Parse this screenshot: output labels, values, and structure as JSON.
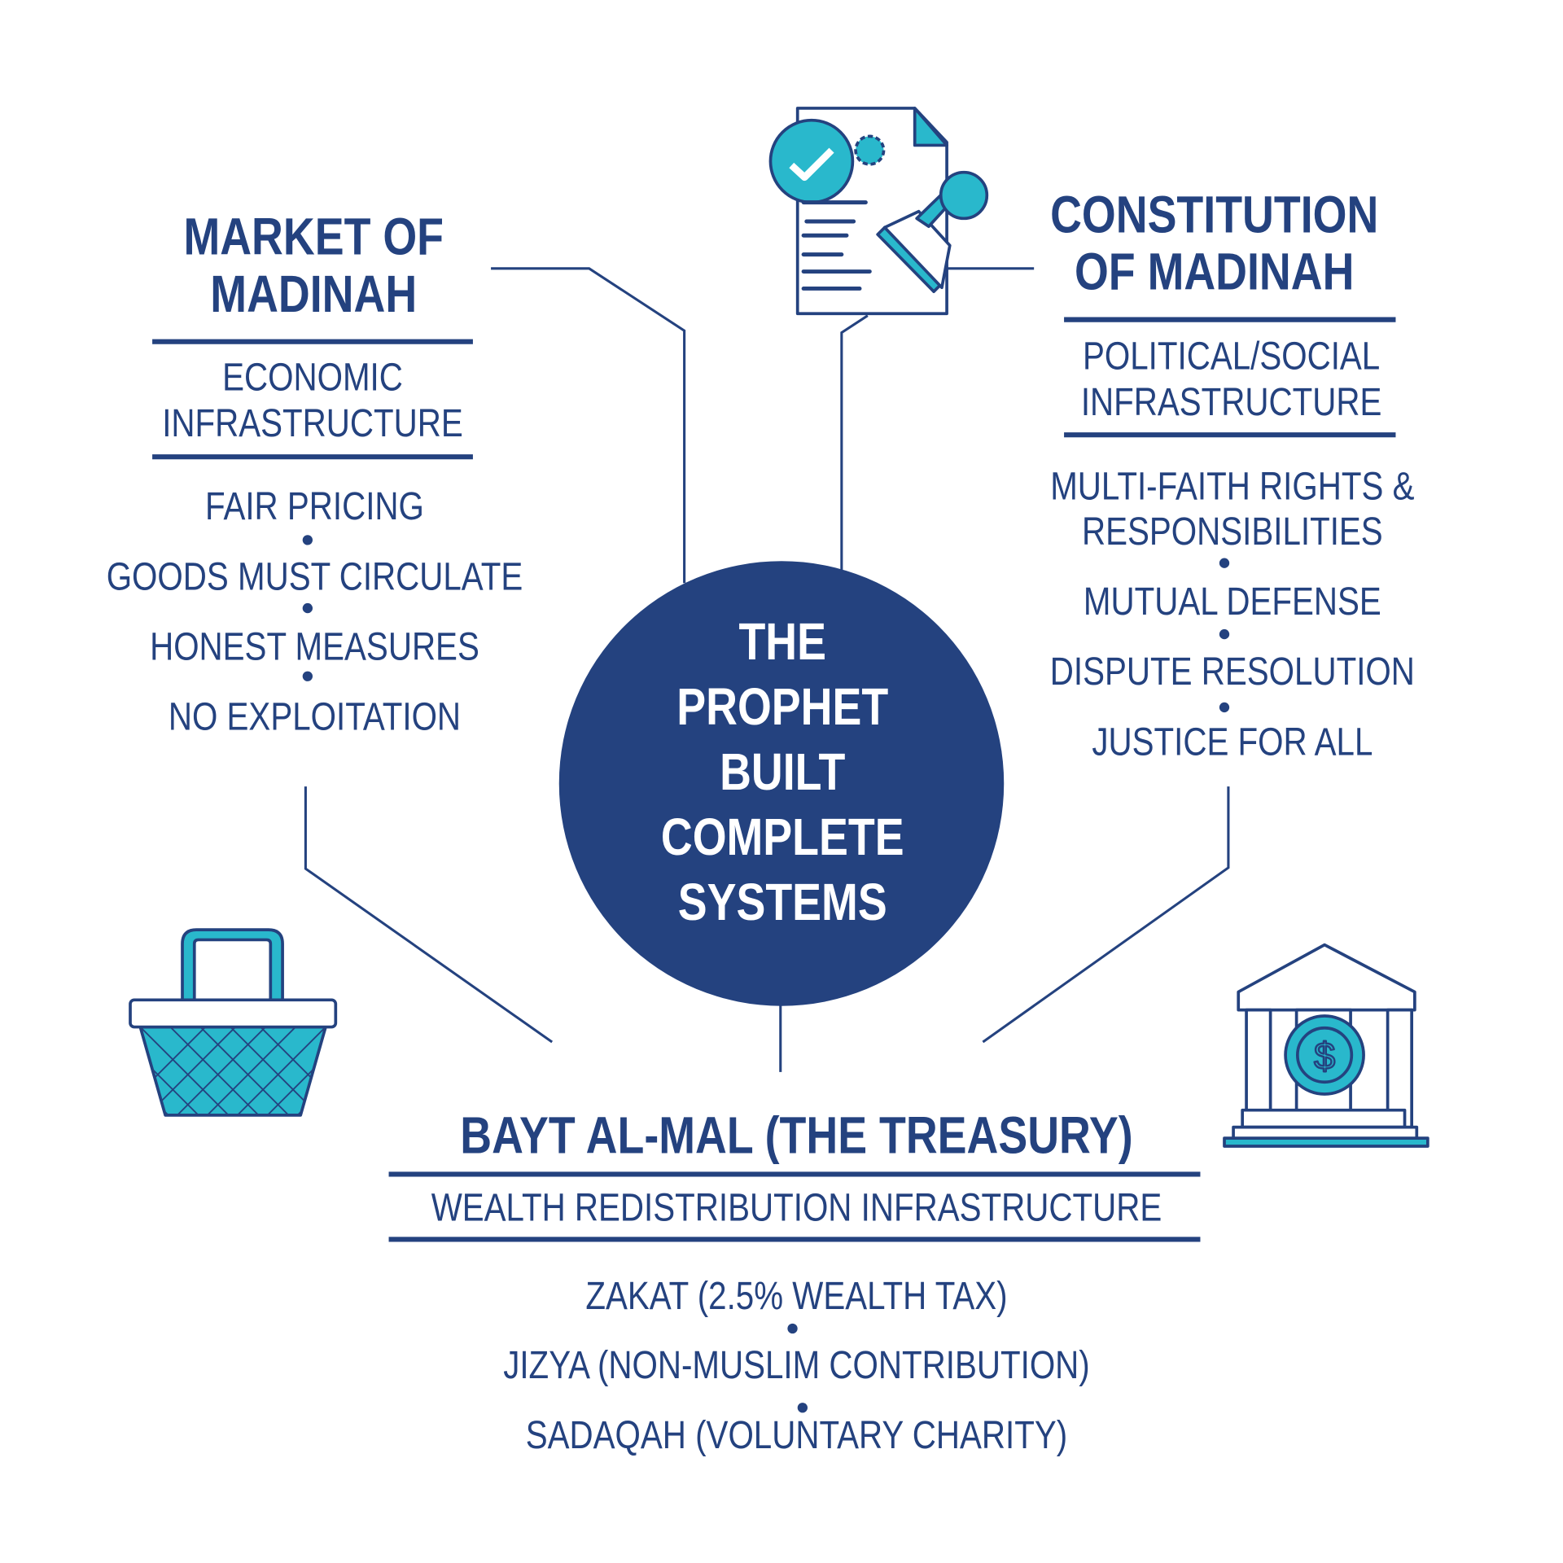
{
  "colors": {
    "navy": "#24427f",
    "teal": "#29b8cc"
  },
  "center": {
    "lines": [
      "THE",
      "PROPHET",
      "BUILT",
      "COMPLETE",
      "SYSTEMS"
    ]
  },
  "market": {
    "title": [
      "MARKET OF",
      "MADINAH"
    ],
    "subtitle": [
      "ECONOMIC",
      "INFRASTRUCTURE"
    ],
    "items": [
      "FAIR PRICING",
      "GOODS MUST CIRCULATE",
      "HONEST MEASURES",
      "NO EXPLOITATION"
    ],
    "icon": "shopping-basket-icon"
  },
  "constitution": {
    "title": [
      "CONSTITUTION",
      "OF MADINAH"
    ],
    "subtitle": [
      "POLITICAL/SOCIAL",
      "INFRASTRUCTURE"
    ],
    "items": [
      "MULTI-FAITH RIGHTS &",
      "RESPONSIBILITIES",
      "MUTUAL DEFENSE",
      "DISPUTE RESOLUTION",
      "JUSTICE FOR ALL"
    ],
    "icon": "document-stamp-icon"
  },
  "treasury": {
    "title": "BAYT AL-MAL (THE TREASURY)",
    "subtitle": "WEALTH REDISTRIBUTION INFRASTRUCTURE",
    "items": [
      "ZAKAT (2.5% WEALTH TAX)",
      "JIZYA (NON-MUSLIM CONTRIBUTION)",
      "SADAQAH (VOLUNTARY CHARITY)"
    ],
    "icon": "bank-building-icon"
  }
}
